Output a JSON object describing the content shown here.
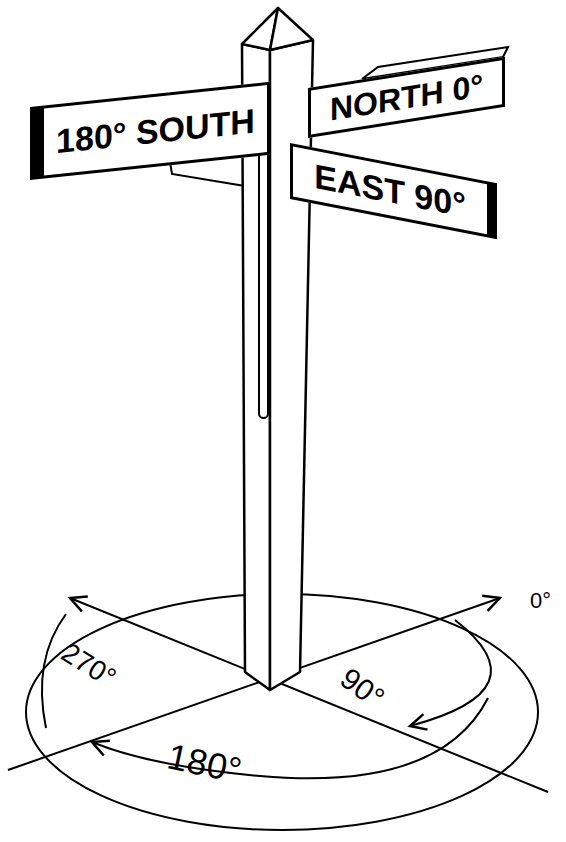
{
  "diagram": {
    "nodes": [
      {
        "text": [
          "180° SOUTH"
        ]
      },
      {
        "text": [
          "NORTH 0°"
        ]
      },
      {
        "text": [
          "EAST 90°"
        ]
      }
    ],
    "labels": [
      "270°",
      "90°",
      "180°",
      "0°"
    ]
  }
}
